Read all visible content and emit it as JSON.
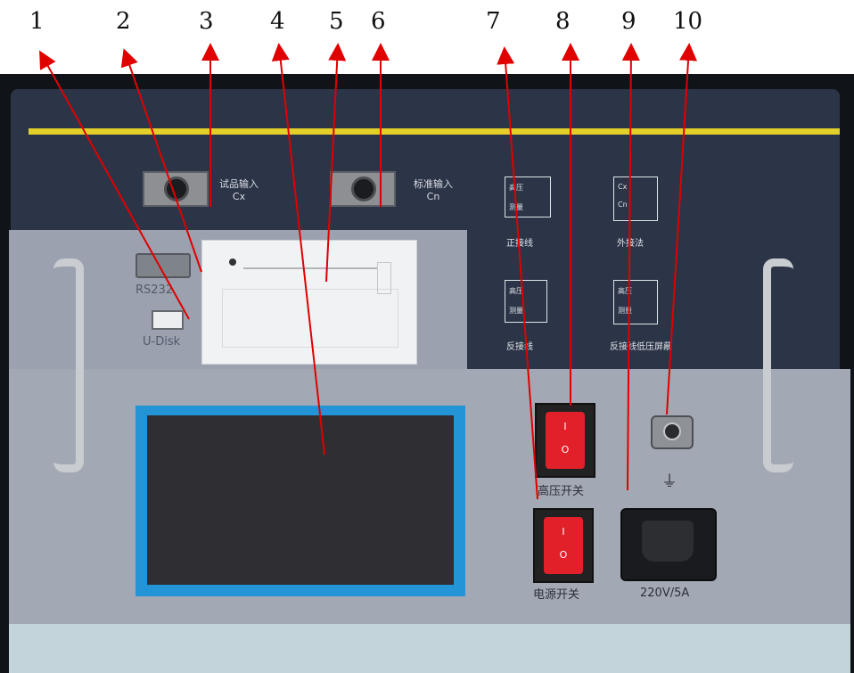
{
  "callouts": [
    "1",
    "2",
    "3",
    "4",
    "5",
    "6",
    "7",
    "8",
    "9",
    "10"
  ],
  "connectors": {
    "sample_input_label": "试品输入",
    "sample_input_sub": "Cx",
    "standard_input_label": "标准输入",
    "standard_input_sub": "Cn"
  },
  "ports": {
    "rs232_label": "RS232",
    "usb_label": "U-Disk"
  },
  "switches": {
    "high_voltage_label": "高压开关",
    "power_label": "电源开关",
    "on_mark": "I",
    "off_mark": "O"
  },
  "power_socket_label": "220V/5A",
  "ground_symbol": "⏚",
  "diagrams": {
    "d1_caption": "正接线",
    "d2_caption": "外接法",
    "d3_caption": "反接线",
    "d4_caption": "反接线低压屏蔽",
    "unit_hv": "高压",
    "unit_meas": "测量",
    "unit_cx": "Cx",
    "unit_cn": "Cn"
  },
  "colors": {
    "panel": "#2c3447",
    "accent_line": "#e3cf2a",
    "screen_bezel": "#2394d6",
    "switch_red": "#e2202a",
    "arrow_red": "#e00000"
  }
}
